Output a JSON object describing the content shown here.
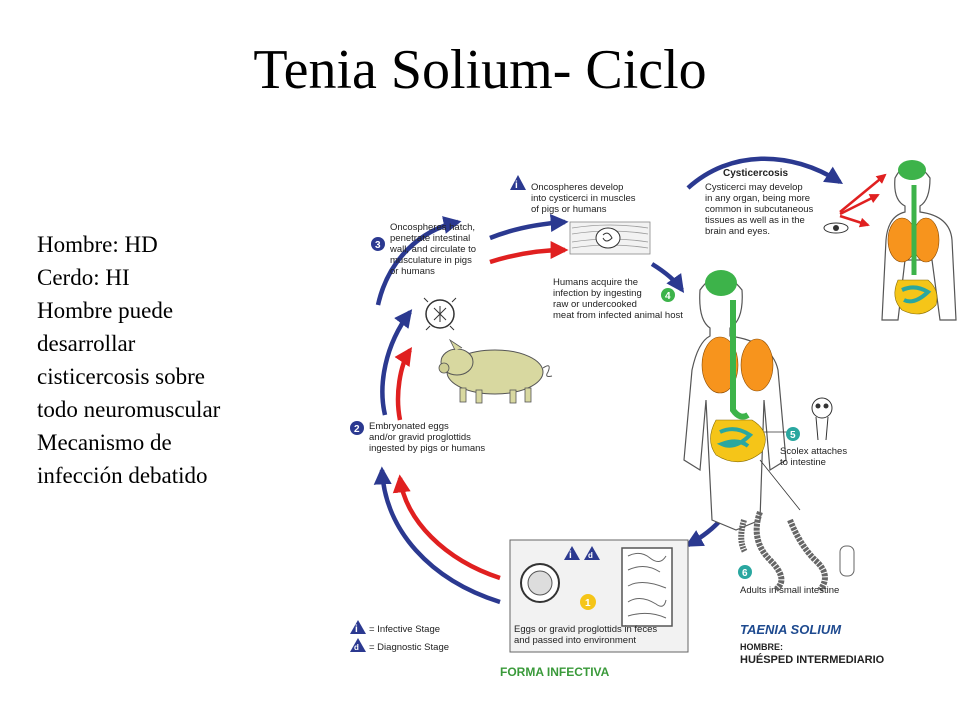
{
  "slide": {
    "title": "Tenia Solium- Ciclo",
    "notes": [
      "Hombre: HD",
      "Cerdo: HI",
      "Hombre puede",
      "desarrollar",
      "cisticercosis sobre",
      "todo neuromuscular",
      "Mecanismo  de",
      "infección debatido"
    ]
  },
  "diagram": {
    "steps": {
      "s1_hatch": [
        "Oncospheres develop",
        "into cysticerci in muscles",
        "of pigs or humans"
      ],
      "s3": [
        "Oncospheres hatch,",
        "penetrate intestinal",
        "wall, and circulate to",
        "musculature in pigs",
        "or humans"
      ],
      "s2": [
        "Embryonated eggs",
        "and/or gravid proglottids",
        "ingested by pigs or humans"
      ],
      "s4": [
        "Humans acquire the",
        "infection by ingesting",
        "raw or undercooked",
        "meat from infected animal host"
      ],
      "s5": [
        "Scolex attaches",
        "to intestine"
      ],
      "s6": [
        "Adults in small intestine"
      ],
      "s1": [
        "Eggs or gravid proglottids in feces",
        "and passed into environment"
      ]
    },
    "cysticercosis": {
      "title": "Cysticercosis",
      "lines": [
        "Cysticerci may develop",
        "in any organ, being more",
        "common in subcutaneous",
        "tissues as well as in the",
        "brain and eyes."
      ]
    },
    "numbers": {
      "n1": "1",
      "n2": "2",
      "n3": "3",
      "n4": "4",
      "n5": "5",
      "n6": "6",
      "ni": "i",
      "nd": "d"
    },
    "legend": {
      "infective": "= Infective Stage",
      "diagnostic": "= Diagnostic Stage"
    },
    "forma": "FORMA INFECTIVA",
    "species": {
      "name": "TAENIA SOLIUM",
      "hombre": "HOMBRE:",
      "huesped": "HUÉSPED INTERMEDIARIO"
    },
    "colors": {
      "blue": "#2b3990",
      "red": "#e02020",
      "green": "#3db34a",
      "yellow": "#f5c518",
      "orange": "#f7941d",
      "teal": "#2aa7a0"
    }
  }
}
